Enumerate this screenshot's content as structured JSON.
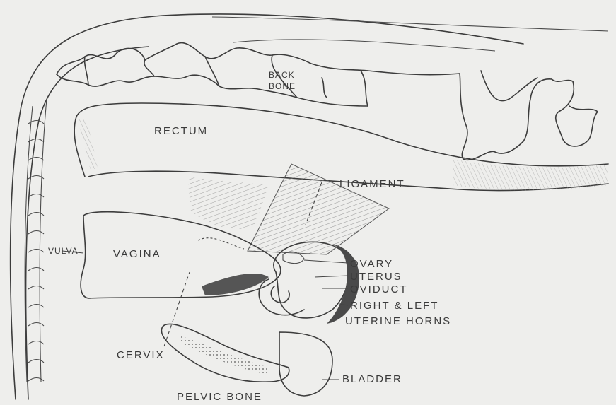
{
  "labels": {
    "back_bone_1": "BACK",
    "back_bone_2": "BONE",
    "rectum": "RECTUM",
    "ligament": "LIGAMENT",
    "vulva": "VULVA",
    "vagina": "VAGINA",
    "ovary": "OVARY",
    "uterus": "UTERUS",
    "oviduct": "OVIDUCT",
    "horns_1": "RIGHT & LEFT",
    "horns_2": "UTERINE HORNS",
    "cervix": "CERVIX",
    "bladder": "BLADDER",
    "pelvic_bone": "PELVIC BONE"
  },
  "colors": {
    "paper": "#eeeeec",
    "ink": "#3c3c3c",
    "shading": "#5a5a5a"
  }
}
